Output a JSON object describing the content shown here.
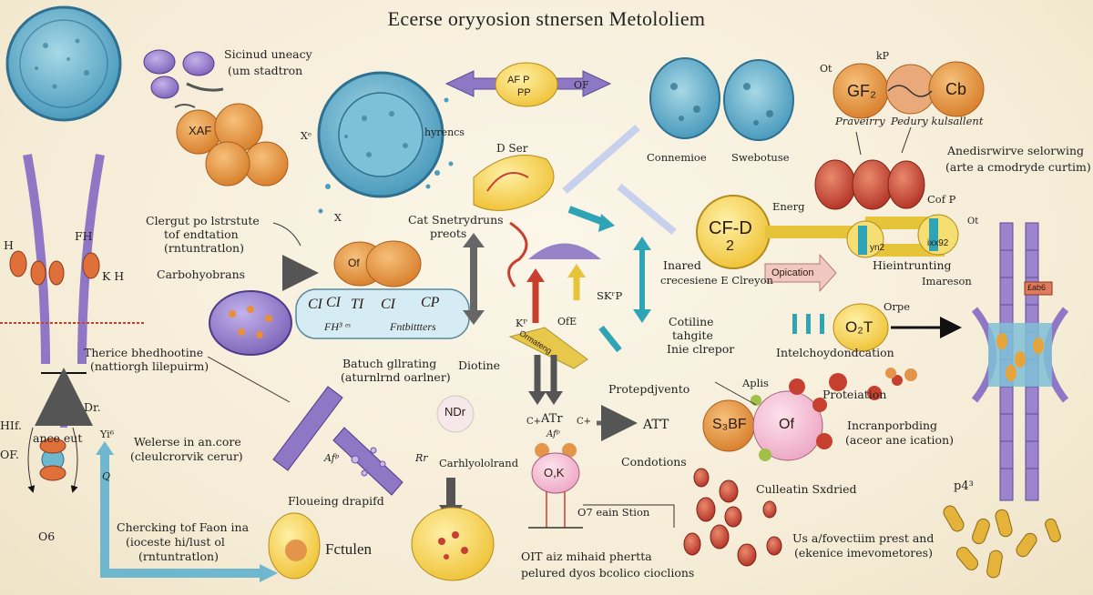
{
  "title": "Ecerse oryyosion stnersen Metololiem",
  "labels": {
    "sicinud_uneacy": "Sicinud uneacy",
    "um_stadtron": "(um stadtron",
    "af_p": "AF P",
    "pp": "PP",
    "of_top": "OF",
    "ot_top": "Ot",
    "kp": "kP",
    "gf2": "GF₂",
    "cb": "Cb",
    "praveirry": "Praveirry",
    "pedury_kulsallent": "Pedury kulsallent",
    "xaf": "XAF",
    "xe": "Xᵉ",
    "hyrencs": "hyrencs",
    "d_ser": "D Ser",
    "connemioe": "Connemioe",
    "swebotuse": "Swebotuse",
    "anedisrive_1": "Anedisrwirve selorwing",
    "anedisrive_2": "(arte a cmodryde curtim)",
    "clergut_1": "Clergut po lstrstute",
    "clergut_2": "tof endtation",
    "clergut_3": "(rntuntratlon)",
    "x_mid": "X",
    "cat_1": "Cat Snetrydruns",
    "cat_2": "preots",
    "energ": "Energ",
    "cof_p": "Cof P",
    "cf_d": "CF-D",
    "cf_d_2": "2",
    "ot_right": "Ot",
    "yn2": "yn2",
    "ixx92": "ixx92",
    "fh": "FH",
    "h_left": "H",
    "k_h": "K H",
    "carbohyobrans": "Carbohyobrans",
    "of_cell": "Of",
    "inared_1": "Inared",
    "inared_2": "crecesiene E Clreyon",
    "opication": "Opication",
    "hieintunting": "Hieintrunting",
    "imareson": "Imareson",
    "cgi_1": "CI",
    "cgi_2": "CI",
    "cgi_3": "TI",
    "cgi_4": "CI",
    "cgi_5": "CP",
    "cgi_6": "FH³ ᵉˢ",
    "cgi_7": "Fntbittters",
    "skp": "SKʳP",
    "kp_mid": "Kᴾ",
    "ofe": "OfE",
    "orpe": "Orpe",
    "o2t": "O₂T",
    "intelchoy": "Intelchoydondcation",
    "tabl": "£ab6",
    "therice_1": "Therice bhedhootine",
    "therice_2": "(nattiorgh lilepuirm)",
    "batuch_1": "Batuch gllrating",
    "batuch_2": "(aturnlrnd oarlner)",
    "diotine": "Diotine",
    "ormatanf": "Ormateng",
    "af_arrow": "Afᵖ",
    "cotiline_1": "Cotiline",
    "cotiline_2": "tahgite",
    "cotiline_3": "Inie clrepor",
    "aplis": "Aplis",
    "proteiation": "Proteiation",
    "dr": "Dr.",
    "hif": "HIf.",
    "of_left": "OF.",
    "ance_eut": "ance eut",
    "yi6": "Yi⁶",
    "welerse_1": "Welerse in an.core",
    "welerse_2": "(cleulcrorvik cerur)",
    "af_rod": "Afᵖ",
    "rr": "Rr",
    "ndr": "NDr",
    "protepdjvento": "Protepdjvento",
    "atr": "ATr",
    "af_sub": "Afᵖ",
    "att": "ATT",
    "c_left": "C+",
    "c_right": "C+",
    "s3bf": "S₃BF",
    "of_pink": "Of",
    "incran_1": "Incranporbding",
    "incran_2": "(aceor ane ication)",
    "q": "Q",
    "carhlyolerand": "Carhlyololrand",
    "ok": "O,K",
    "condotions": "Condotions",
    "p43": "p4³",
    "o6": "O6",
    "floueing": "Floueing drapifd",
    "culleatin": "Culleatin Sxdried",
    "chercking_1": "Chercking tof Faon ina",
    "chercking_2": "(ioceste hi/lust ol",
    "chercking_3": "(rntuntratlon)",
    "fctulen": "Fctulen",
    "of_eain": "O7 eain Stion",
    "oit_1": "OIT aiz mihaid phertta",
    "oit_2": "pelured dyos bcolico cioclions",
    "us_1": "Us a/fovectiim prest and",
    "us_2": "(ekenice imevometores)"
  },
  "colors": {
    "background": "#f6eedb",
    "cell_blue": "#6fb6cf",
    "orange": "#e3954a",
    "purple": "#8e77c4",
    "red": "#c7402f",
    "yellow": "#f2d24a",
    "teal_arrow": "#2fa4b7",
    "grey_arrow": "#666666"
  }
}
